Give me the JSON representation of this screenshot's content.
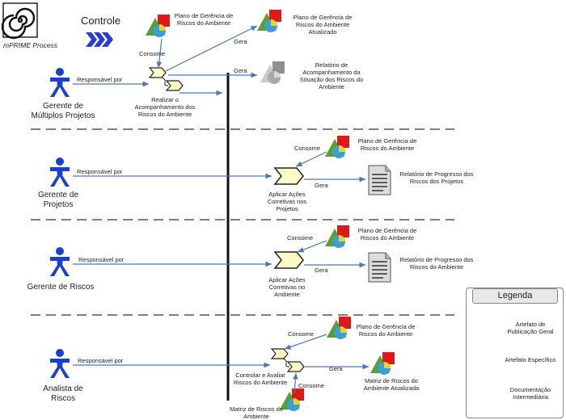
{
  "header": {
    "brand": "mPRIME Process",
    "title": "Controle"
  },
  "lanes": [
    {
      "role": "Gerente de Múltiplos Projetos",
      "responsible": "Responsável por",
      "activity": "Realizar o Acompanhamento dos Riscos do Ambiente",
      "consome": "Consome",
      "gera_1": "Gera",
      "gera_2": "Gera",
      "input_artifact": "Plano de Gerência de Riscos do Ambiente",
      "output_artifact_1": "Plano de Gerência de Riscos do Ambiente Atualizado",
      "output_artifact_2": "Relatório de Acompanhamento da Situação dos Riscos do Ambiente"
    },
    {
      "role": "Gerente de Projetos",
      "responsible": "Responsável por",
      "activity": "Aplicar Ações Corretivas nos Projetos",
      "consome": "Consome",
      "gera": "Gera",
      "input_artifact": "Plano de Gerência de Riscos do Ambiente",
      "output_artifact": "Relatório de Progresso dos Riscos dos Projetos"
    },
    {
      "role": "Gerente de Riscos",
      "responsible": "Responsável por",
      "activity": "Aplicar Ações Corretivas no Ambiente",
      "consome": "Consome",
      "gera": "Gera",
      "input_artifact": "Plano de Gerência de Riscos do Ambiente",
      "output_artifact": "Relatório de Progresso dos Riscos do Ambiente"
    },
    {
      "role": "Analista de Riscos",
      "responsible": "Responsável por",
      "activity": "Controlar e Avaliar Riscos do Ambiente",
      "consome_1": "Consome",
      "consome_2": "Consome",
      "gera": "Gera",
      "input_artifact_1": "Plano de Gerência de Riscos do Ambiente",
      "input_artifact_2": "Matriz de Riscos do Ambiente",
      "output_artifact": "Matriz de Riscos do Ambiente Atualizada"
    }
  ],
  "legend": {
    "title": "Legenda",
    "items": [
      {
        "label": "Artefato de Publicação Geral",
        "icon": "general-artifact-icon"
      },
      {
        "label": "Artefato Específico",
        "icon": "specific-artifact-icon"
      },
      {
        "label": "Documentação Intermediária",
        "icon": "intermediate-document-icon"
      }
    ]
  },
  "colors": {
    "role": "#1a3fd6",
    "arrow": "#4a78c0",
    "chevron": "#2a3cd8",
    "triangle": "#5aa02c",
    "square": "#e01818",
    "circle": "#3a9fd8",
    "activity": "#fffbc8"
  }
}
